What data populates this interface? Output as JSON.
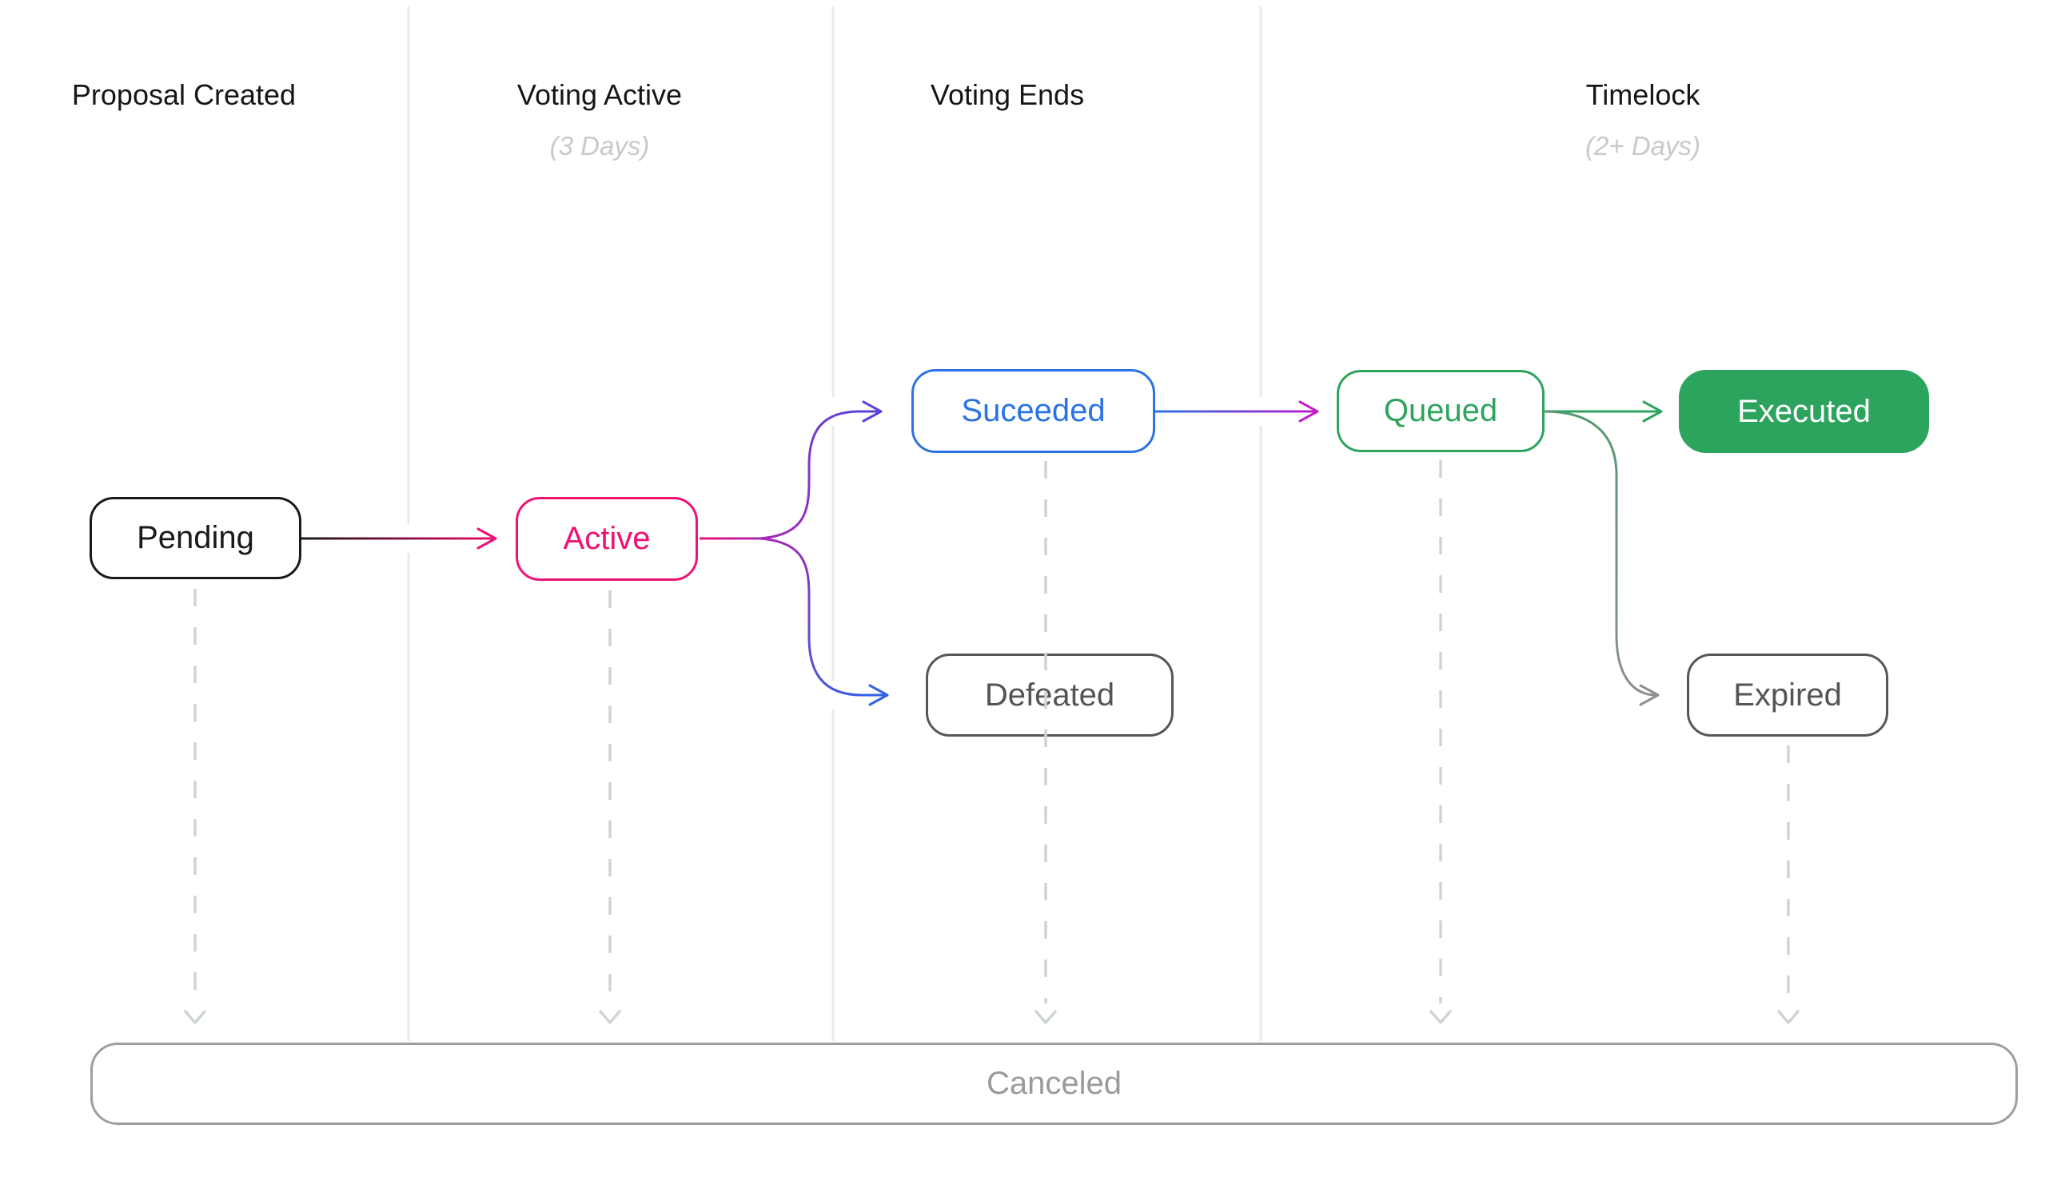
{
  "diagram_title": "",
  "columns": [
    {
      "id": "proposal-created",
      "label": "Proposal Created",
      "sublabel": ""
    },
    {
      "id": "voting-active",
      "label": "Voting Active",
      "sublabel": "(3 Days)"
    },
    {
      "id": "voting-ends",
      "label": "Voting Ends",
      "sublabel": ""
    },
    {
      "id": "timelock",
      "label": "Timelock",
      "sublabel": "(2+ Days)"
    }
  ],
  "nodes": {
    "pending": {
      "label": "Pending",
      "style": "outline",
      "color": "#1a1a1a"
    },
    "active": {
      "label": "Active",
      "style": "outline",
      "color": "#ee1273"
    },
    "suceeded": {
      "label": "Suceeded",
      "style": "outline",
      "color": "#2b72e4"
    },
    "defeated": {
      "label": "Defeated",
      "style": "outline",
      "color": "#545454"
    },
    "queued": {
      "label": "Queued",
      "style": "outline",
      "color": "#2ca45e"
    },
    "executed": {
      "label": "Executed",
      "style": "filled",
      "color": "#2ca45e",
      "text_color": "#ffffff"
    },
    "expired": {
      "label": "Expired",
      "style": "outline",
      "color": "#545454"
    },
    "canceled": {
      "label": "Canceled",
      "style": "outline-wide",
      "color": "#9b9b9b"
    }
  },
  "edges": [
    {
      "from": "Pending",
      "to": "Active",
      "style": "solid-arrow",
      "color": "black-to-pink"
    },
    {
      "from": "Active",
      "to": "Suceeded",
      "style": "solid-arrow",
      "color": "pink-to-purple-blue"
    },
    {
      "from": "Active",
      "to": "Defeated",
      "style": "solid-arrow",
      "color": "purple-to-blue"
    },
    {
      "from": "Suceeded",
      "to": "Queued",
      "style": "solid-arrow",
      "color": "blue-to-magenta"
    },
    {
      "from": "Queued",
      "to": "Executed",
      "style": "solid-arrow",
      "color": "green"
    },
    {
      "from": "Queued",
      "to": "Expired",
      "style": "solid-arrow",
      "color": "green-to-gray"
    },
    {
      "from": "Pending",
      "to": "Canceled",
      "style": "dashed"
    },
    {
      "from": "Active",
      "to": "Canceled",
      "style": "dashed"
    },
    {
      "from": "Suceeded",
      "to": "Canceled",
      "style": "dashed"
    },
    {
      "from": "Queued",
      "to": "Canceled",
      "style": "dashed"
    },
    {
      "from": "Expired",
      "to": "Canceled",
      "style": "dashed"
    }
  ],
  "colors": {
    "pink": "#ee1273",
    "purple": "#a62bb5",
    "blue": "#2b72e4",
    "indigo": "#5a43df",
    "magenta": "#c21fc9",
    "green": "#2ca45e",
    "gray_node": "#545454",
    "canceled_gray": "#9b9b9b",
    "divider": "#e9e9e9",
    "dashed_line": "#cdd6ce",
    "header_text": "#161616",
    "sublabel_text": "#c9c9c9"
  }
}
